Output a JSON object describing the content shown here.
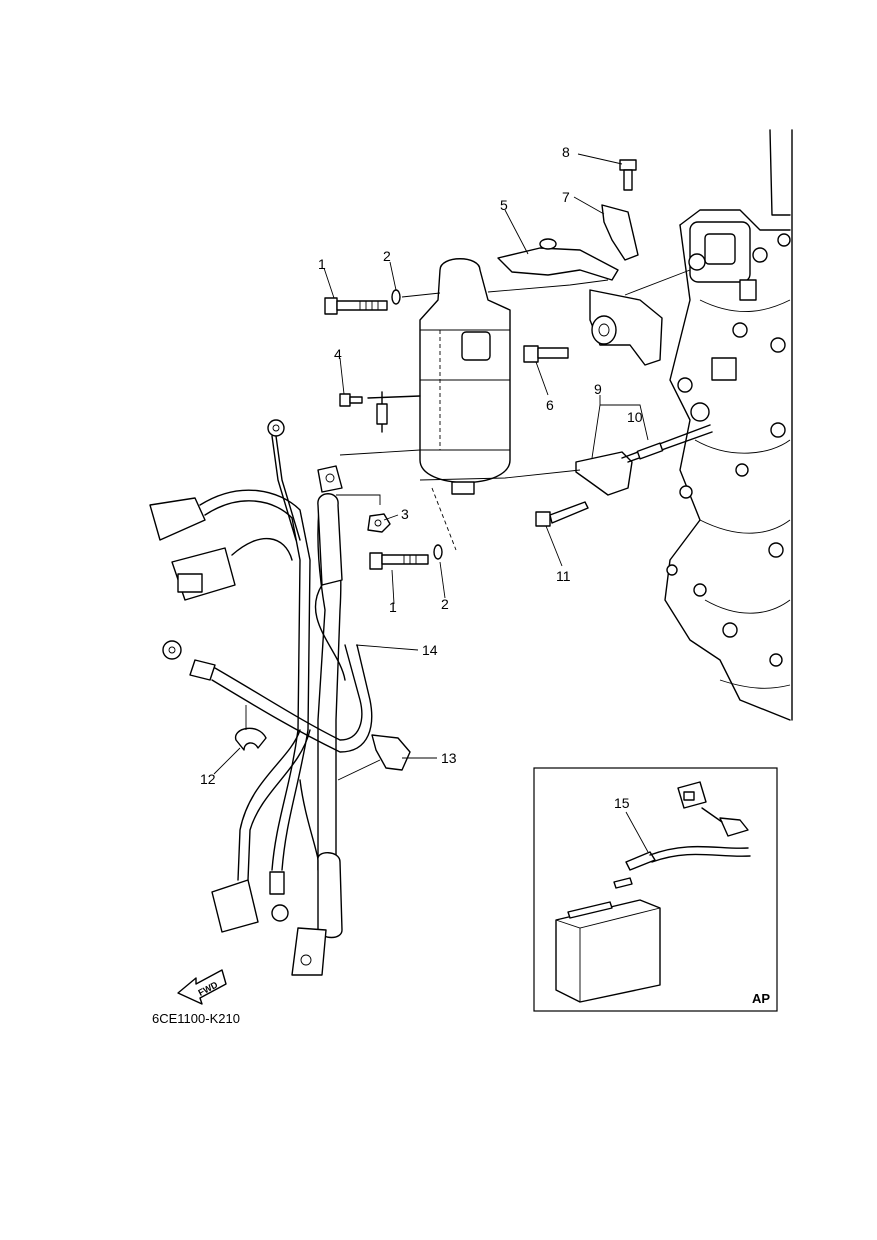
{
  "callouts": {
    "p1a": "1",
    "p2a": "2",
    "p3": "3",
    "p4": "4",
    "p5": "5",
    "p6": "6",
    "p7": "7",
    "p8": "8",
    "p9": "9",
    "p10": "10",
    "p11": "11",
    "p1b": "1",
    "p2b": "2",
    "p12": "12",
    "p13": "13",
    "p14": "14",
    "p15": "15"
  },
  "diagram_code": "6CE1100-K210",
  "inset_label": "AP",
  "direction_label": "FWD",
  "colors": {
    "line": "#000000",
    "background": "#ffffff"
  }
}
